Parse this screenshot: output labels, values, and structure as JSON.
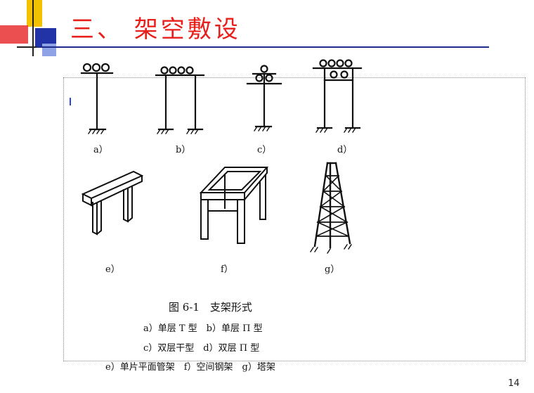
{
  "slide": {
    "title": "三、 架空敷设",
    "page_number": "14",
    "accent_colors": {
      "title": "#e8201c",
      "rule": "#1e2d8c",
      "square_blue": "#2233a8",
      "square_red": "#e83030",
      "square_yellow": "#f2c200"
    }
  },
  "figure": {
    "labels": {
      "a": "a）",
      "b": "b）",
      "c": "c）",
      "d": "d）",
      "e": "e）",
      "f": "f）",
      "g": "g）"
    },
    "caption": "图 6-1　支架形式",
    "legend": [
      "a）单层 T 型　b）单层 Π 型",
      "c）双层干型　d）双层 Π 型",
      "e）单片平面管架　f）空间钢架　g）塔架"
    ]
  }
}
